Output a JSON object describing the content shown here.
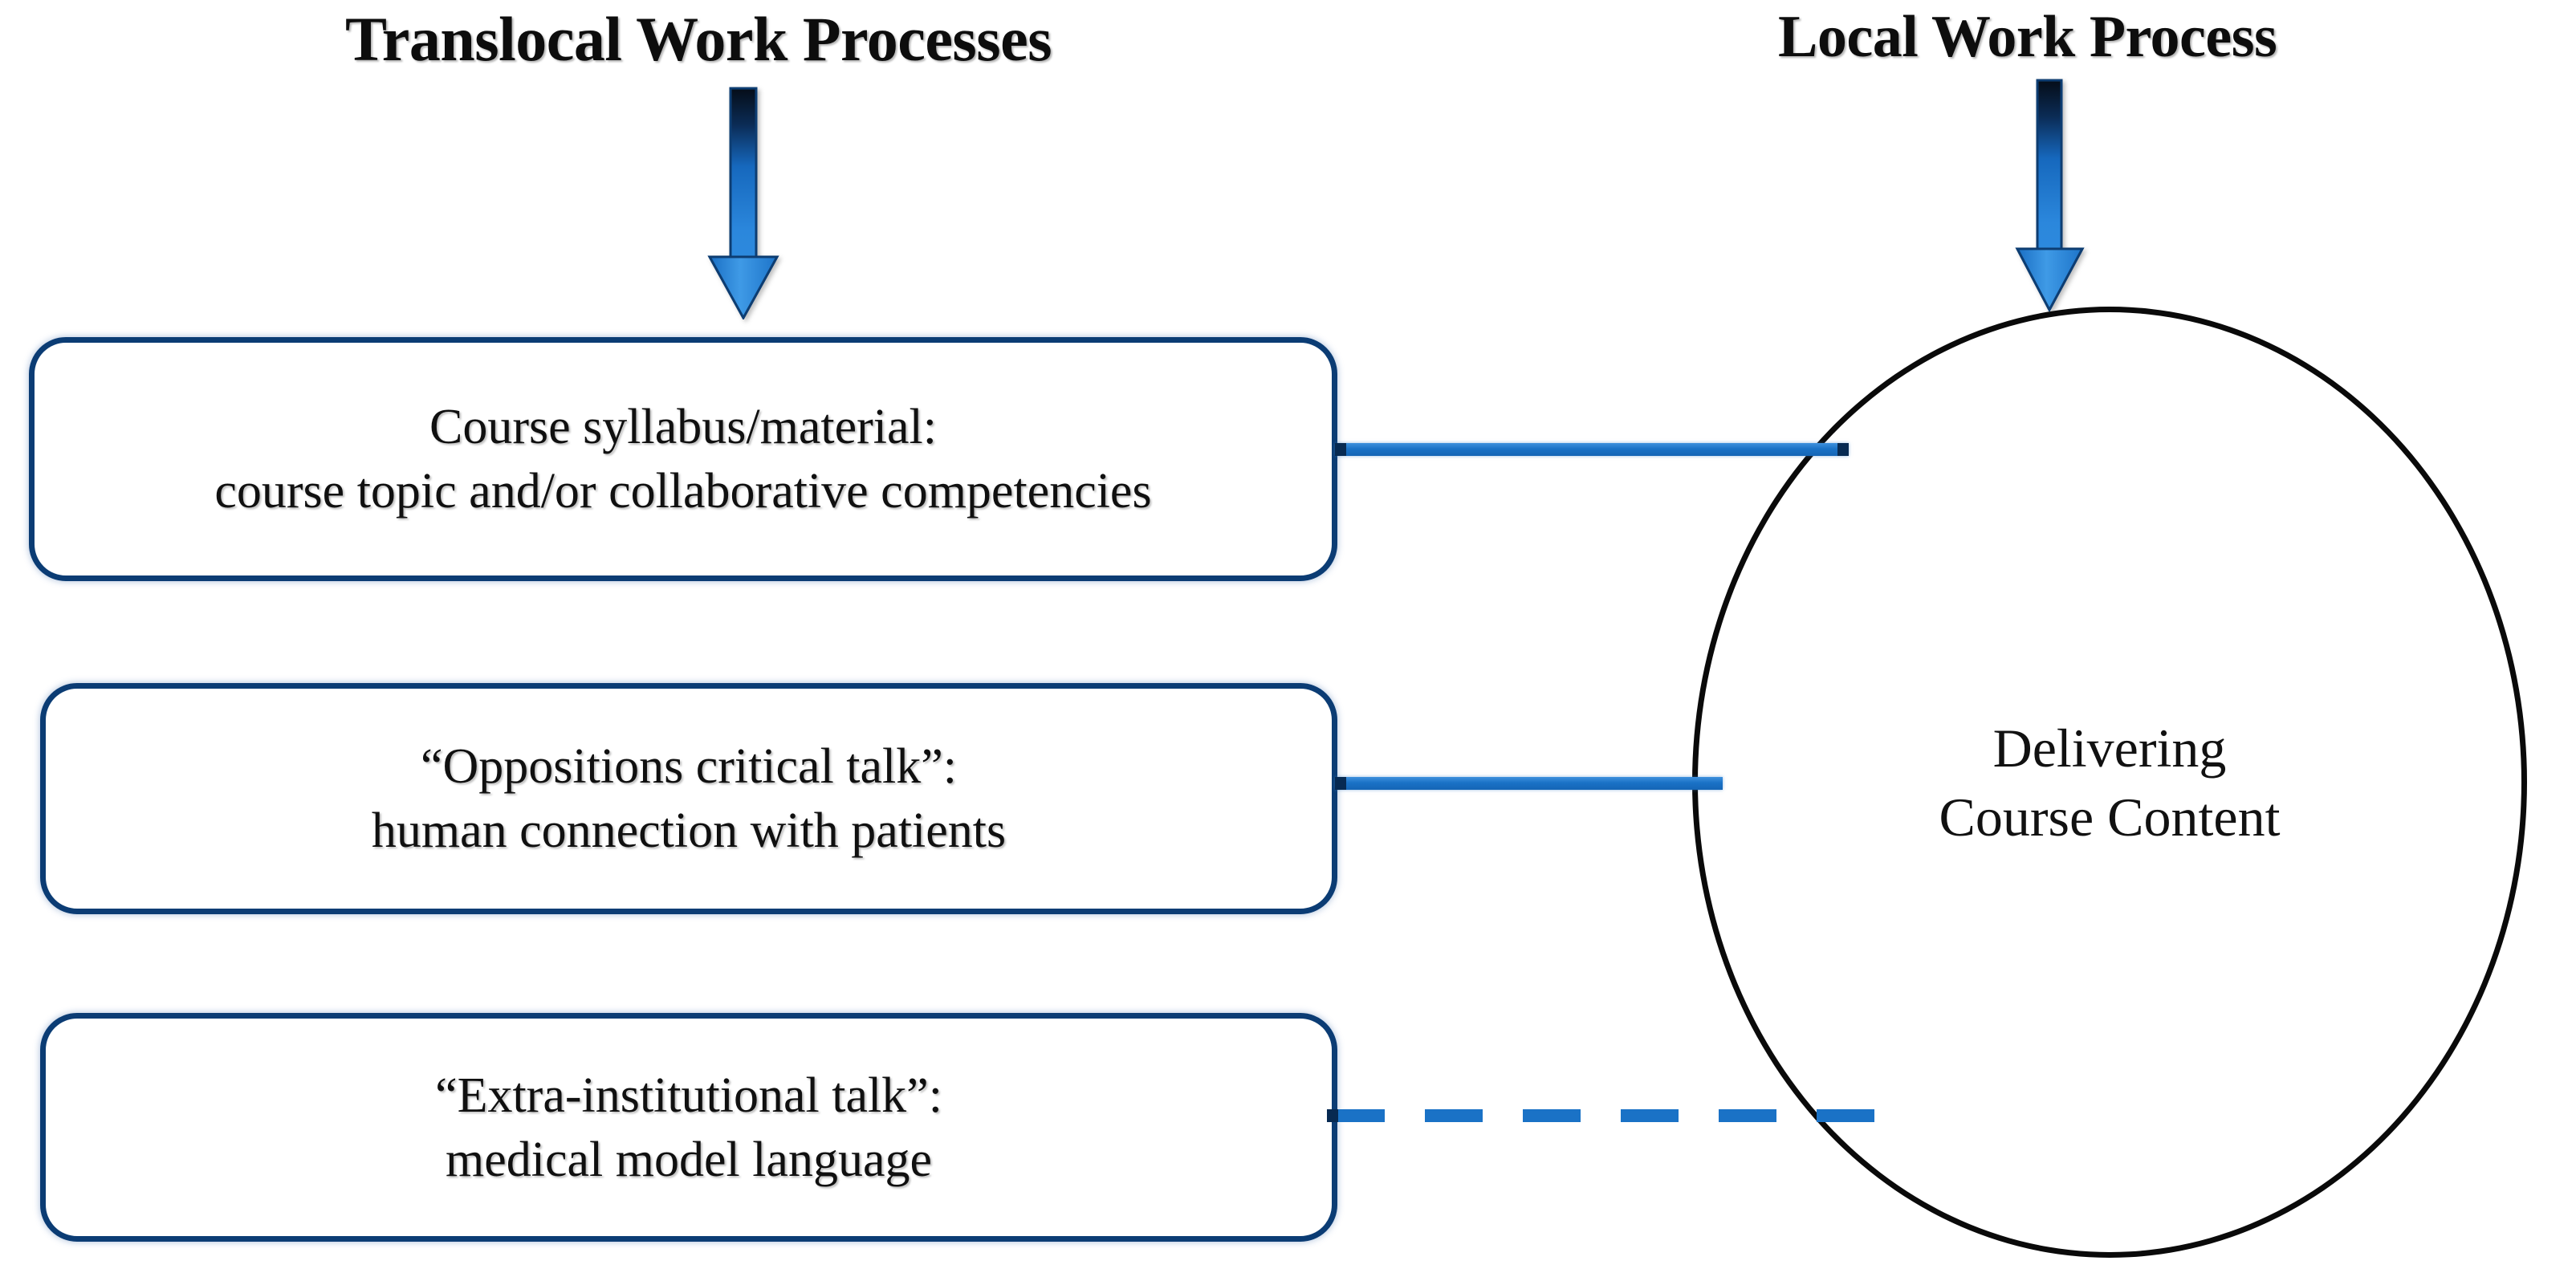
{
  "headings": {
    "left": "Translocal Work Processes",
    "right": "Local Work Process"
  },
  "arrows": {
    "left_arrow_name": "down-arrow-icon",
    "right_arrow_name": "down-arrow-icon",
    "color": "#1f7ad4",
    "color_dark": "#061f3d"
  },
  "boxes": [
    {
      "line1": "Course syllabus/material:",
      "line2": "course topic and/or collaborative competencies"
    },
    {
      "line1": "“Oppositions critical talk”:",
      "line2": "human connection with patients"
    },
    {
      "line1": "“Extra-institutional talk”:",
      "line2": "medical model language"
    }
  ],
  "circle": {
    "line1": "Delivering",
    "line2": "Course Content"
  },
  "connectors": [
    {
      "style": "solid",
      "from": "box-1",
      "to": "circle"
    },
    {
      "style": "solid",
      "from": "box-2",
      "to": "circle"
    },
    {
      "style": "dashed",
      "from": "box-3",
      "to": "circle"
    }
  ],
  "colors": {
    "box_border": "#0b3c74",
    "connector_blue": "#1a72c6",
    "circle_border": "#0a0a0a",
    "text": "#101010",
    "background": "#ffffff"
  }
}
